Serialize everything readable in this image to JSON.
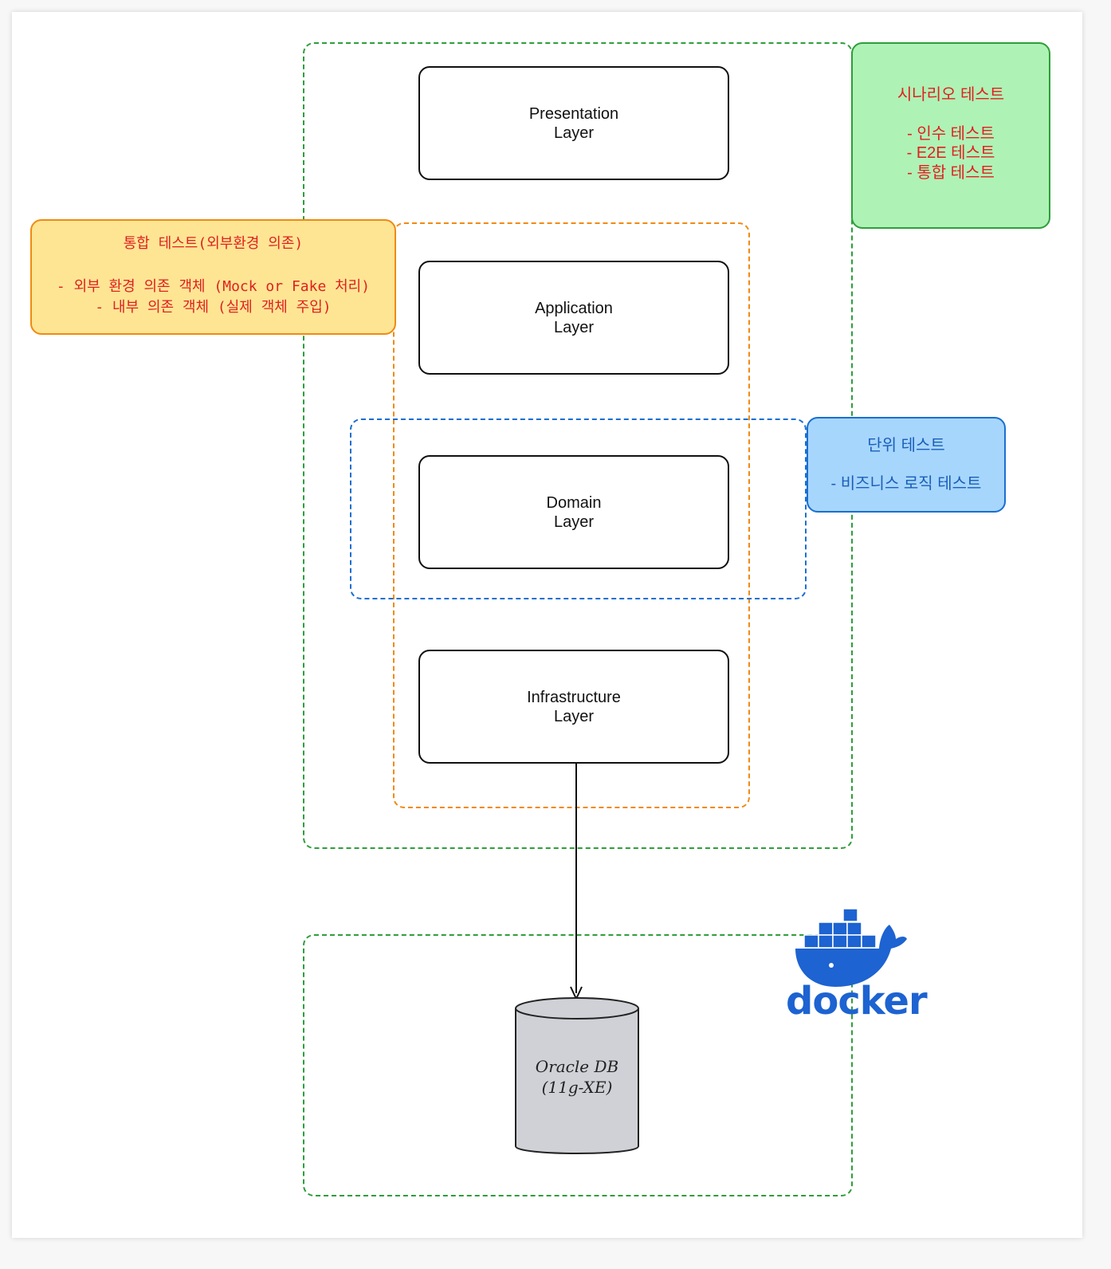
{
  "layers": {
    "presentation": [
      "Presentation",
      "Layer"
    ],
    "application": [
      "Application",
      "Layer"
    ],
    "domain": [
      "Domain",
      "Layer"
    ],
    "infrastructure": [
      "Infrastructure",
      "Layer"
    ]
  },
  "notes": {
    "scenario": {
      "title": "시나리오 테스트",
      "items": [
        "- 인수 테스트",
        "- E2E 테스트",
        "- 통합 테스트"
      ]
    },
    "integration": {
      "title": "통합 테스트(외부환경 의존)",
      "items": [
        "- 외부 환경 의존 객체 (Mock or Fake 처리)",
        "- 내부 의존 객체 (실제 객체 주입)"
      ]
    },
    "unit": {
      "title": "단위 테스트",
      "items": [
        "- 비즈니스 로직 테스트"
      ]
    }
  },
  "database": {
    "line1": "Oracle DB",
    "line2": "(11g-XE)"
  },
  "docker": {
    "label": "docker"
  },
  "colors": {
    "green": "#2e9e3a",
    "orange": "#f08a12",
    "blue": "#1a6fd0",
    "red_text": "#e02020",
    "docker_blue": "#1d63d1",
    "db_fill": "#cfd1d6"
  }
}
